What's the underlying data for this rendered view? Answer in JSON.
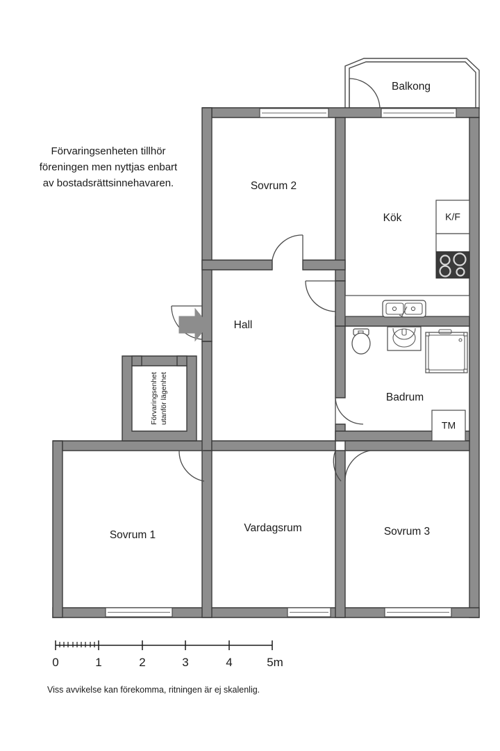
{
  "document": {
    "type": "apartment-floor-plan",
    "language": "sv"
  },
  "note": {
    "line1": "Förvaringsenheten tillhör",
    "line2": "föreningen men nyttjas enbart",
    "line3": "av bostadsrättsinnehavaren."
  },
  "rooms": [
    {
      "id": "balkong",
      "label": "Balkong"
    },
    {
      "id": "sovrum2",
      "label": "Sovrum 2"
    },
    {
      "id": "kok",
      "label": "Kök"
    },
    {
      "id": "hall",
      "label": "Hall"
    },
    {
      "id": "badrum",
      "label": "Badrum"
    },
    {
      "id": "sovrum1",
      "label": "Sovrum 1"
    },
    {
      "id": "vardagsrum",
      "label": "Vardagsrum"
    },
    {
      "id": "sovrum3",
      "label": "Sovrum 3"
    }
  ],
  "fixtures": {
    "fridge_freezer": "K/F",
    "washing_machine": "TM"
  },
  "storage": {
    "line1": "Förvaringsenhet",
    "line2": "utanför lägenhet"
  },
  "scale": {
    "ticks": [
      "0",
      "1",
      "2",
      "3",
      "4",
      "5m"
    ],
    "unit": "m",
    "min": 0,
    "max": 5
  },
  "disclaimer": "Viss avvikelse kan förekomma, ritningen är ej skalenlig.",
  "colors": {
    "wall_fill": "#8d8d8d",
    "wall_stroke": "#3b3b3b",
    "stove": "#3a3a3a",
    "arrow": "#8d8d8d",
    "text": "#1a1a1a",
    "background": "#ffffff"
  },
  "icons": {
    "entrance": "entrance-arrow-icon",
    "toilet": "toilet-icon",
    "sink": "washbasin-icon",
    "shower": "shower-icon",
    "kitchen_sink": "kitchen-sink-icon",
    "stove": "stove-icon"
  }
}
